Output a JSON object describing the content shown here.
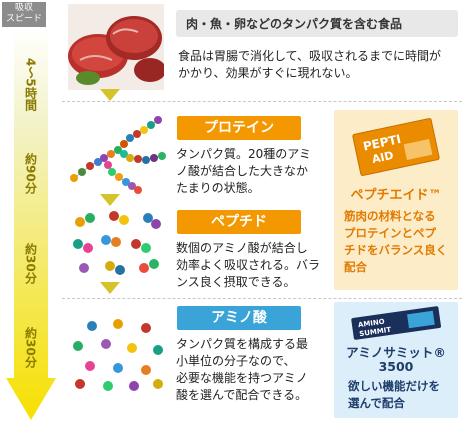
{
  "speed": {
    "label_line1": "吸収",
    "label_line2": "スピード",
    "meat": "4〜5時間",
    "protein": "約90分",
    "peptide": "約30分",
    "amino": "約30分"
  },
  "meat": {
    "header": "肉・魚・卵などのタンパク質を含む食品",
    "desc_line1": "食品は胃腸で消化して、吸収されるまでに時間が",
    "desc_line2": "かかり、効果がすぐに現れない。"
  },
  "protein": {
    "header": "プロテイン",
    "desc_line1": "タンパク質。20種のアミ",
    "desc_line2": "ノ酸が結合した大きなか",
    "desc_line3": "たまりの状態。"
  },
  "peptide": {
    "header": "ペプチド",
    "desc_line1": "数個のアミノ酸が結合し",
    "desc_line2": "効率よく吸収される。バラ",
    "desc_line3": "ンス良く摂取できる。"
  },
  "amino": {
    "header": "アミノ酸",
    "desc_line1": "タンパク質を構成する最",
    "desc_line2": "小単位の分子なので、",
    "desc_line3": "必要な機能を持つアミノ",
    "desc_line4": "酸を選んで配合できる。"
  },
  "promo_peptaid": {
    "package_text_1": "PEPTI",
    "package_text_2": "AID",
    "name": "ペプチエイド™",
    "desc_line1": "筋肉の材料となる",
    "desc_line2": "プロテインとペプ",
    "desc_line3": "チドをバランス良く",
    "desc_line4": "配合"
  },
  "promo_amino": {
    "package_text_1": "AMINO",
    "package_text_2": "SUMMIT",
    "name": "アミノサミット®",
    "number": "3500",
    "desc_line1": "欲しい機能だけを",
    "desc_line2": "選んで配合"
  },
  "colors": {
    "orange": "#f39800",
    "blue": "#3aa3d8",
    "speed_yellow": "#f6e000",
    "peptaid_bg": "#fdecc8",
    "peptaid_text": "#e07b00",
    "amino_bg": "#dceef9",
    "amino_text": "#1f3d6b"
  }
}
